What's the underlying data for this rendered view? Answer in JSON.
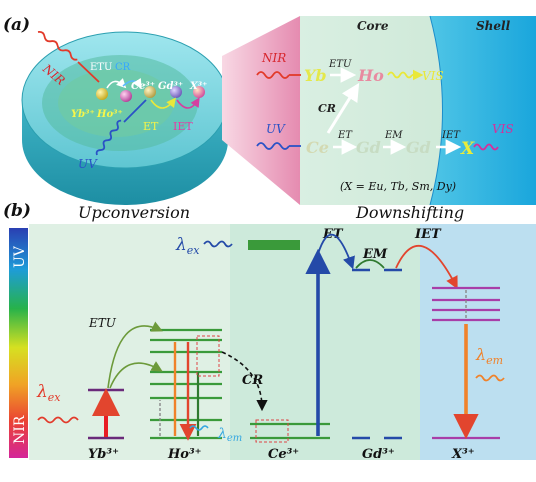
{
  "panel_a": {
    "label": "(a)",
    "left": {
      "nir": "NIR",
      "etu": "ETU",
      "cr": "CR",
      "yb": "Yb³⁺",
      "ho": "Ho³⁺",
      "ce": "Ce³⁺",
      "gd": "Gd³⁺",
      "x": "X³⁺",
      "et": "ET",
      "iet": "IET",
      "uv": "UV"
    },
    "right": {
      "core": "Core",
      "shell": "Shell",
      "nir": "NIR",
      "uv": "UV",
      "yb": "Yb",
      "ho": "Ho",
      "etu": "ETU",
      "vis1": "VIS",
      "cr": "CR",
      "ce": "Ce",
      "gd1": "Gd",
      "gd2": "Gd",
      "x": "X",
      "et": "ET",
      "em": "EM",
      "iet": "IET",
      "vis2": "VIS",
      "formula": "(X = Eu, Tb, Sm, Dy)"
    }
  },
  "panel_b": {
    "label": "(b)",
    "upconversion": "Upconversion",
    "downshifting": "Downshifting",
    "uv_axis": "UV",
    "nir_axis": "NIR",
    "lambda_ex_top": "λ",
    "lambda_ex_top_sub": "ex",
    "et": "ET",
    "em": "EM",
    "iet": "IET",
    "etu": "ETU",
    "cr": "CR",
    "lambda_ex_left": "λ",
    "lambda_ex_left_sub": "ex",
    "lambda_em_ho": "λ",
    "lambda_em_ho_sub": "em",
    "lambda_em_x": "λ",
    "lambda_em_x_sub": "em",
    "ions": [
      "Yb³⁺",
      "Ho³⁺",
      "Ce³⁺",
      "Gd³⁺",
      "X³⁺"
    ]
  }
}
